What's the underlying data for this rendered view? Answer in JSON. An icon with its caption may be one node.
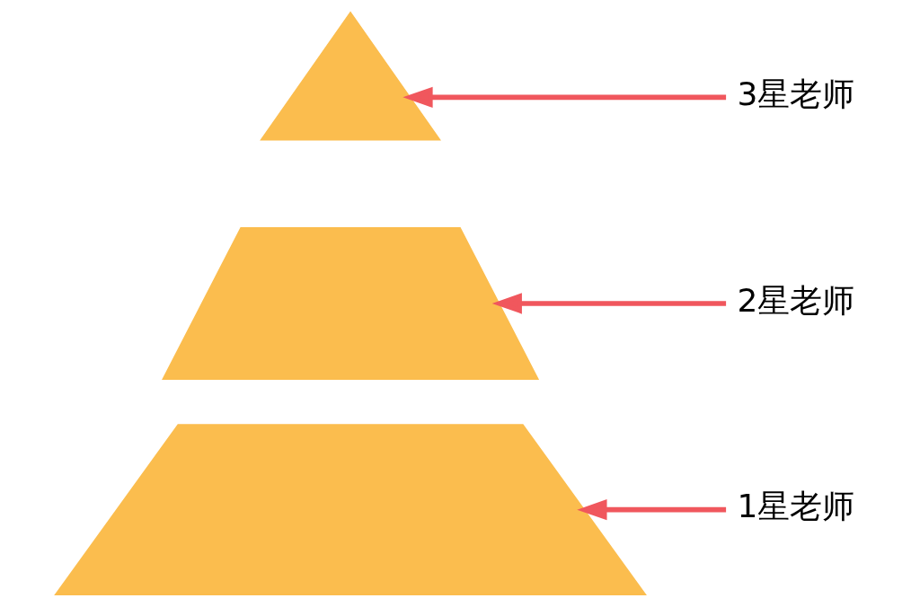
{
  "diagram": {
    "nodes": [
      {
        "text": [],
        "shape": "triangle"
      },
      {
        "text": [
          "3星老师"
        ]
      },
      {
        "text": [],
        "shape": "trapezium"
      },
      {
        "text": [
          "2星老师"
        ]
      },
      {
        "text": [],
        "shape": "trapezium"
      },
      {
        "text": [
          "1星老师"
        ]
      }
    ],
    "edges": [
      {
        "from": 1,
        "to": 0,
        "arrow": "to"
      },
      {
        "from": 3,
        "to": 2,
        "arrow": "to"
      },
      {
        "from": 5,
        "to": 4,
        "arrow": "to"
      }
    ]
  }
}
